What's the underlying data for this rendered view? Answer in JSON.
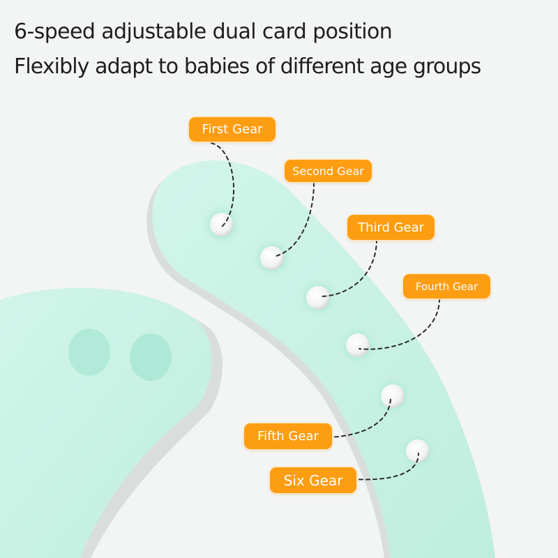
{
  "headline": {
    "line1": "6-speed adjustable dual card position",
    "line2": "Flexibly adapt to babies of different age groups"
  },
  "gears": [
    {
      "label": "First Gear"
    },
    {
      "label": "Second Gear"
    },
    {
      "label": "Third Gear"
    },
    {
      "label": "Fourth Gear"
    },
    {
      "label": "Fifth Gear"
    },
    {
      "label": "Six Gear"
    }
  ],
  "colors": {
    "background": "#f3f4f4",
    "strap": "#c9f1e5",
    "label_fill": "#fd9d12",
    "label_text": "#ffffff",
    "leader_line": "#2a2a2a"
  }
}
